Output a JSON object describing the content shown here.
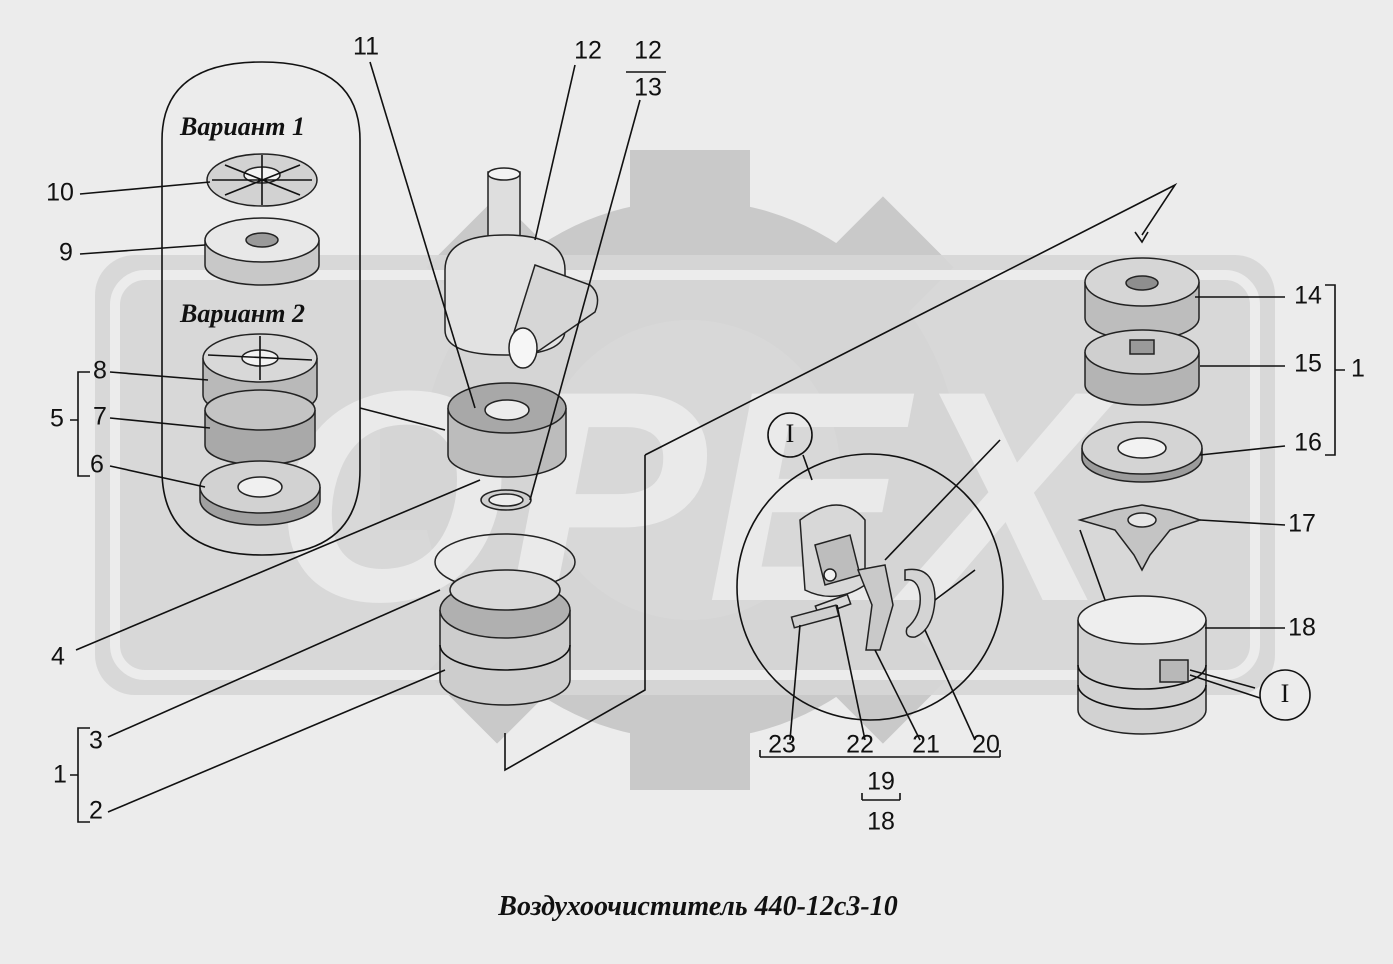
{
  "title": "Воздухоочиститель 440-12с3-10",
  "variants": {
    "v1": "Вариант 1",
    "v2": "Вариант 2"
  },
  "callout": "I",
  "labels": {
    "n1a": "1",
    "n1b": "1",
    "n2": "2",
    "n3": "3",
    "n4": "4",
    "n5": "5",
    "n6": "6",
    "n7": "7",
    "n8": "8",
    "n9": "9",
    "n10": "10",
    "n11": "11",
    "n12": "12",
    "n12f": "12",
    "n13f": "13",
    "n14": "14",
    "n15": "15",
    "n16": "16",
    "n17": "17",
    "n18a": "18",
    "n18f": "18",
    "n19f": "19",
    "n20": "20",
    "n21": "21",
    "n22": "22",
    "n23": "23"
  },
  "watermark": "OPEX",
  "colors": {
    "background": "#ececec",
    "watermark": "#c9c9c9",
    "line": "#111111",
    "part_fill": "#dcdcdc"
  }
}
